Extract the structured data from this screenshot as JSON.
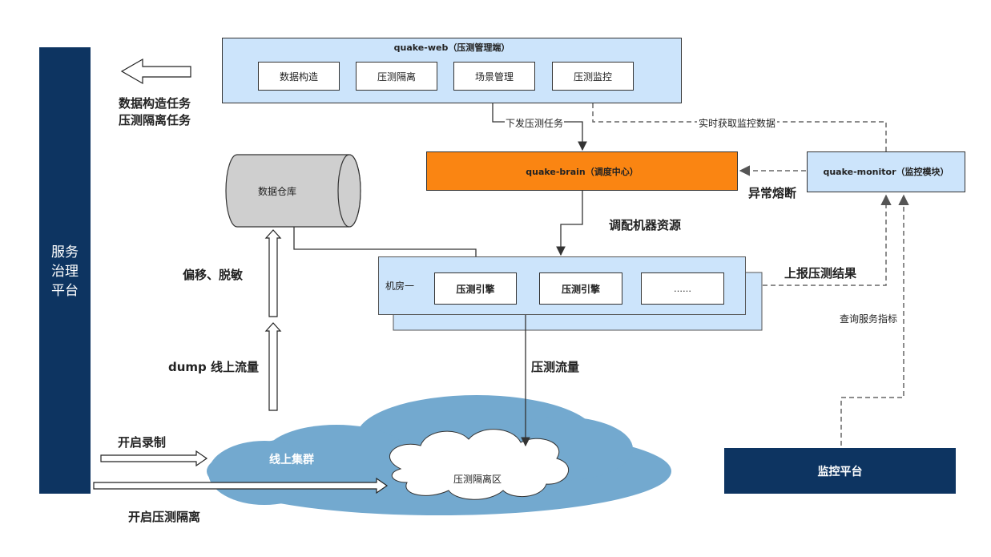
{
  "service_platform": {
    "label": "服务\n治理\n平台"
  },
  "web": {
    "title": "quake-web（压测管理端）",
    "modules": [
      "数据构造",
      "压测隔离",
      "场景管理",
      "压测监控"
    ]
  },
  "left_tasks": {
    "line1": "数据构造任务",
    "line2": "压测隔离任务"
  },
  "brain": {
    "label": "quake-brain（调度中心）"
  },
  "monitor": {
    "label": "quake-monitor（监控模块）"
  },
  "warehouse": {
    "label": "数据仓库"
  },
  "machine_room": {
    "label": "机房一",
    "engines": [
      "压测引擎",
      "压测引擎",
      "……"
    ]
  },
  "flows": {
    "dispatch_task": "下发压测任务",
    "realtime_monitor": "实时获取监控数据",
    "circuit_break": "异常熔断",
    "allocate_resources": "调配机器资源",
    "report_results": "上报压测结果",
    "query_metrics": "查询服务指标",
    "stress_traffic": "压测流量",
    "offset_desensitize": "偏移、脱敏",
    "dump_traffic": "dump 线上流量",
    "start_recording": "开启录制",
    "start_isolation": "开启压测隔离"
  },
  "cluster": {
    "label": "线上集群",
    "isolation_zone": "压测隔离区"
  },
  "monitor_platform": {
    "label": "监控平台"
  },
  "colors": {
    "navy": "#0d3461",
    "light_blue": "#cce4fb",
    "box_border": "#333333",
    "orange": "#fa8512",
    "cloud": "#73a9cf",
    "gray_cylinder": "#cfcfcf"
  }
}
